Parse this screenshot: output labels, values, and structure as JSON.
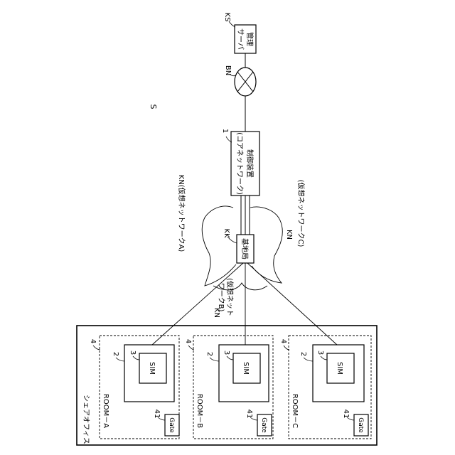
{
  "system_label": "S",
  "management_server": {
    "ref": "KS",
    "line1": "管理",
    "line2": "サーバ"
  },
  "backbone": {
    "ref": "BN"
  },
  "controller": {
    "ref": "1",
    "line1": "制御装置",
    "line2": "(コアネットワーク)"
  },
  "base_station": {
    "ref": "KK",
    "label": "基地局"
  },
  "virtual_networks": {
    "a": "KN(仮想ネットワークA)",
    "b_ref": "KN",
    "b_line1": "(仮想ネット",
    "b_line2": "ワークB)",
    "c_ref": "KN",
    "c_line1": "(仮想ネットワークC)"
  },
  "office": {
    "label": "シェアオフィス"
  },
  "rooms": [
    {
      "name": "ROOM－A",
      "room_ref": "4",
      "device_ref": "2",
      "sim_ref": "3",
      "sim_label": "SIM",
      "gate_ref": "41",
      "gate_label": "Gate"
    },
    {
      "name": "ROOM－B",
      "room_ref": "4",
      "device_ref": "2",
      "sim_ref": "3",
      "sim_label": "SIM",
      "gate_ref": "41",
      "gate_label": "Gate"
    },
    {
      "name": "ROOM－C",
      "room_ref": "4",
      "device_ref": "2",
      "sim_ref": "3",
      "sim_label": "SIM",
      "gate_ref": "41",
      "gate_label": "Gate"
    }
  ]
}
